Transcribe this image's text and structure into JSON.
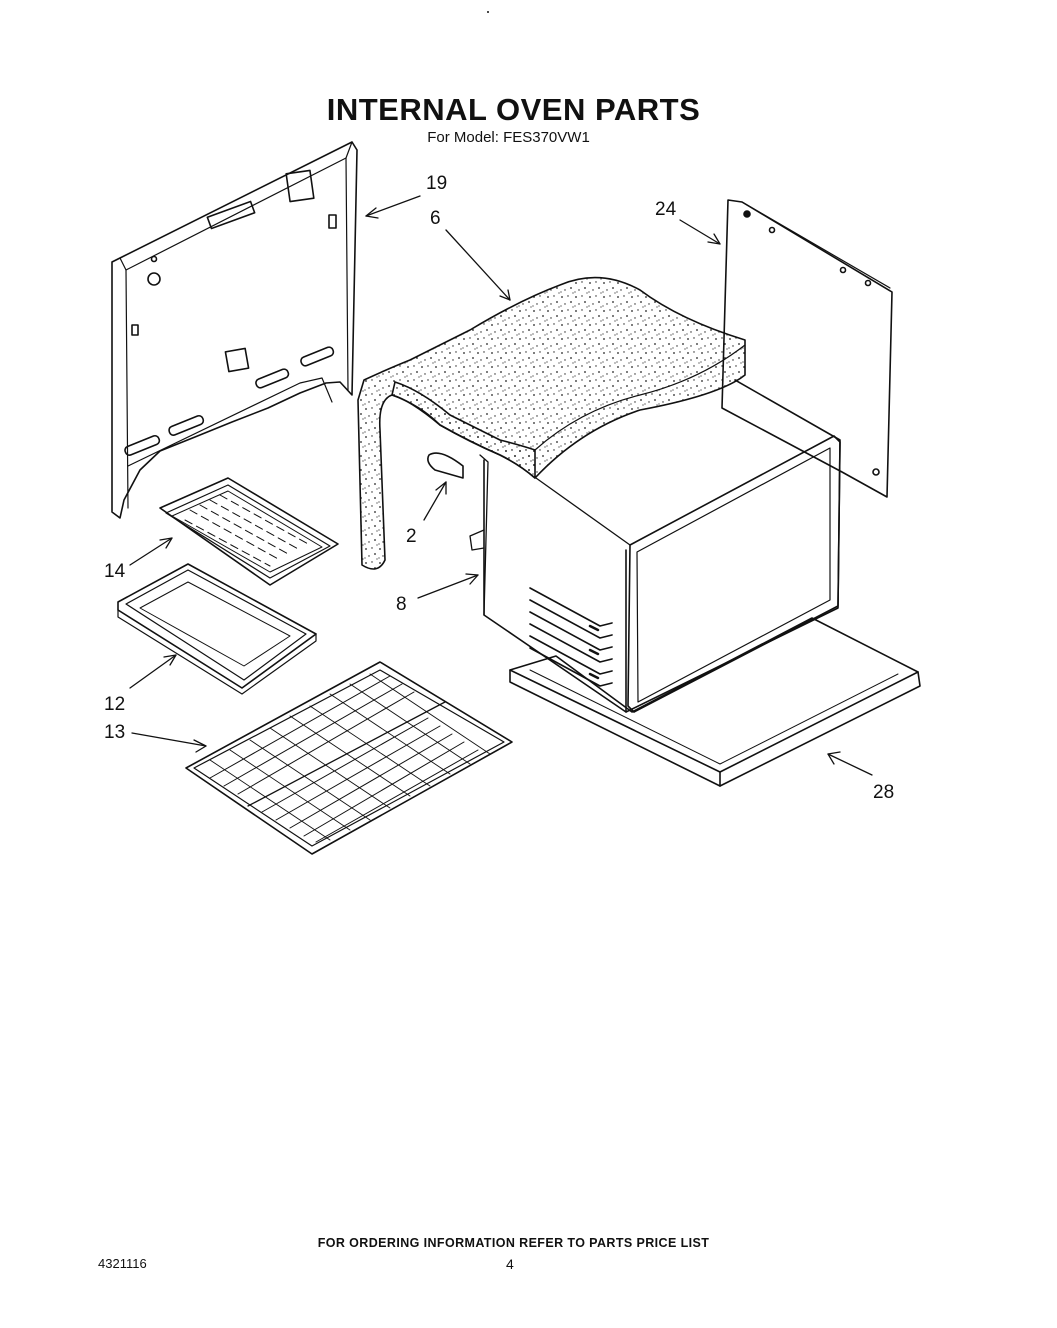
{
  "header": {
    "title": "INTERNAL OVEN PARTS",
    "subtitle": "For Model: FES370VW1"
  },
  "callouts": {
    "c19": "19",
    "c6": "6",
    "c24": "24",
    "c2": "2",
    "c14": "14",
    "c8": "8",
    "c12": "12",
    "c13": "13",
    "c28": "28"
  },
  "footer": {
    "note": "FOR ORDERING INFORMATION REFER TO PARTS PRICE LIST",
    "doc_number": "4321116",
    "page_number": "4"
  }
}
